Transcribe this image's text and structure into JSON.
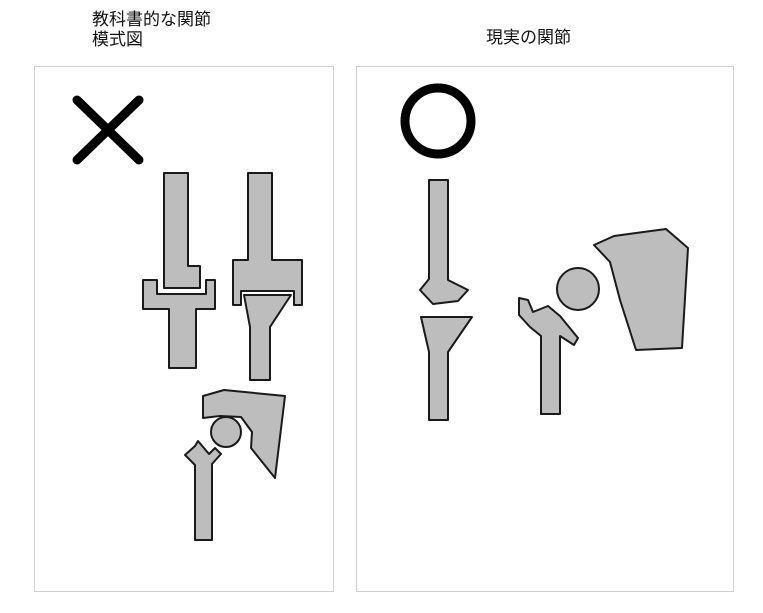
{
  "left": {
    "title_line1": "教科書的な関節",
    "title_line2": "模式図",
    "verdict_icon": "cross-mark-icon"
  },
  "right": {
    "title": "現実の関節",
    "verdict_icon": "circle-mark-icon"
  },
  "colors": {
    "bone_fill": "#bdbdbd",
    "outline": "#1a1a1a",
    "mark": "#000000"
  }
}
